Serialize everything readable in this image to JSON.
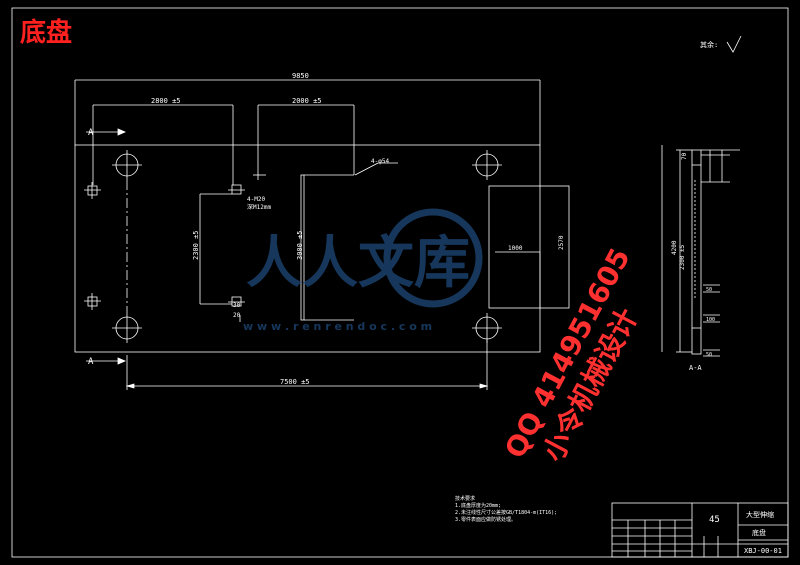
{
  "title": "底盘",
  "roughness_label": "其余:",
  "dimensions": {
    "overall_width": "9850",
    "left_hole_dist": "2800 ±5",
    "right_hole_dist": "2000 ±5",
    "bottom_hole_dist": "7500 ±5",
    "left_vertical": "2300 ±5",
    "center_vertical": "3000 ±5",
    "hole_callout": "4-φ54",
    "small_hole_callout": "4-M20",
    "small_hole_depth": "深M12mm",
    "small_block_a": "30",
    "small_block_b": "20",
    "rect_width": "1000",
    "rect_height": "2570",
    "section_top": "70",
    "section_vertical": "2300 ±5",
    "section_overall": "4200",
    "section_label_a": "50",
    "section_label_b": "100",
    "section_label_c": "50"
  },
  "section_marks": {
    "upper_a": "A",
    "lower_a": "A",
    "section_view": "A-A"
  },
  "notes": [
    "技术要求",
    "1.底盘厚度为20mm;",
    "2.未注线性尺寸公差按GB/T1804-m(IT16);",
    "3.零件表面应做防锈处理。"
  ],
  "title_block": {
    "material": "45",
    "project": "大型伸缩",
    "part_name": "底盘",
    "drawing_no": "XBJ-00-01"
  },
  "watermark": {
    "brand": "人人文库",
    "url": "w w w . r e n r e n d o c . c o m"
  },
  "stamp": {
    "qq": "QQ 414951605",
    "text": "小令机械设计"
  },
  "colors": {
    "background": "#000000",
    "lines": "#ffffff",
    "title": "#ff2020",
    "watermark": "#1e4a7a",
    "stamp": "#ff3030"
  }
}
